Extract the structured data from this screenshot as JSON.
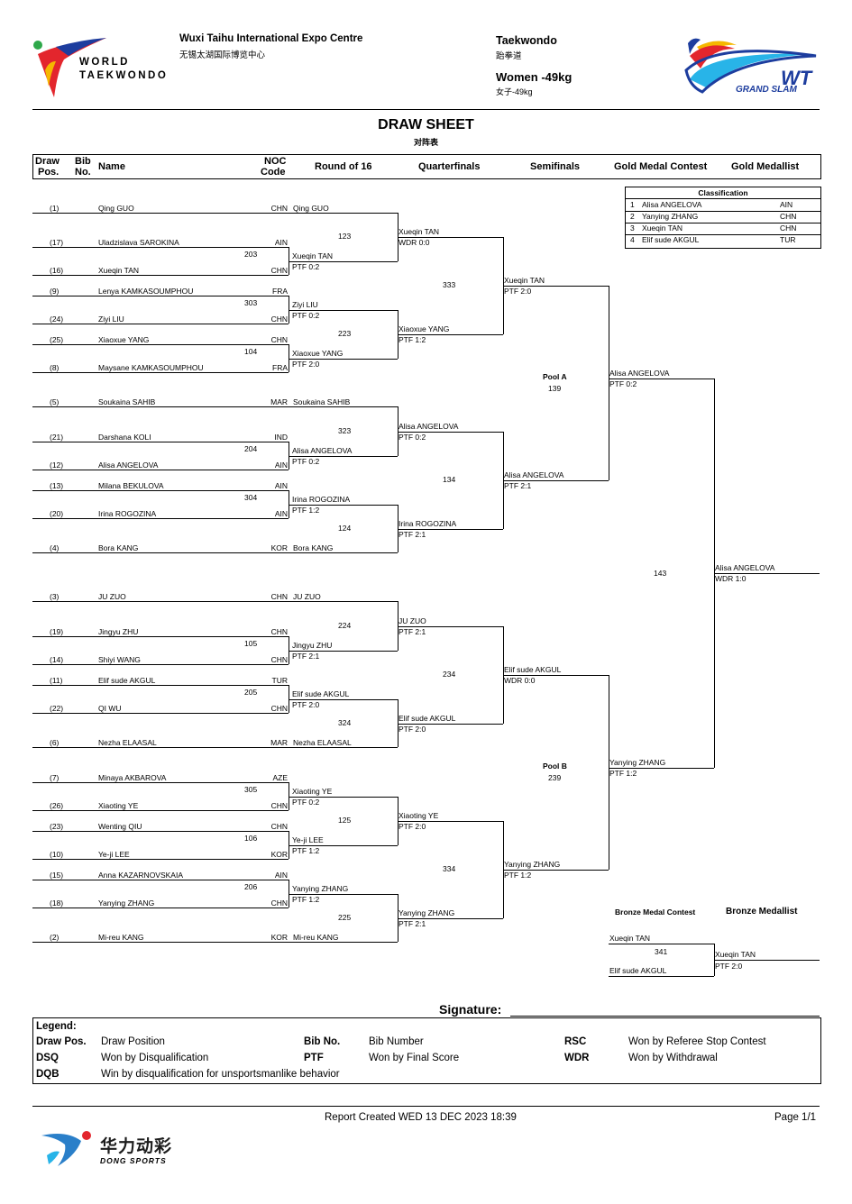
{
  "header": {
    "org_name_line1": "WORLD",
    "org_name_line2": "TAEKWONDO",
    "venue": "Wuxi Taihu International Expo Centre",
    "venue_cn": "无锡太湖国际博览中心",
    "sport": "Taekwondo",
    "sport_cn": "跆拳道",
    "event": "Women -49kg",
    "event_cn": "女子-49kg",
    "logo_wt": "WT",
    "logo_gs": "GRAND SLAM",
    "title": "DRAW SHEET",
    "title_cn": "对阵表"
  },
  "columns": {
    "draw_pos_1": "Draw",
    "draw_pos_2": "Pos.",
    "bib_1": "Bib",
    "bib_2": "No.",
    "name": "Name",
    "noc_1": "NOC",
    "noc_2": "Code",
    "r16": "Round of 16",
    "qf": "Quarterfinals",
    "sf": "Semifinals",
    "gmc": "Gold Medal Contest",
    "gm": "Gold Medallist"
  },
  "classification": {
    "title": "Classification",
    "rows": [
      {
        "rank": "1",
        "name": "Alisa ANGELOVA",
        "noc": "AIN"
      },
      {
        "rank": "2",
        "name": "Yanying ZHANG",
        "noc": "CHN"
      },
      {
        "rank": "3",
        "name": "Xueqin TAN",
        "noc": "CHN"
      },
      {
        "rank": "4",
        "name": "Elif sude AKGUL",
        "noc": "TUR"
      }
    ]
  },
  "entrants": [
    {
      "pos": "(1)",
      "name": "Qing GUO",
      "noc": "CHN"
    },
    {
      "pos": "(17)",
      "name": "Uladzislava SAROKINA",
      "noc": "AIN"
    },
    {
      "pos": "(16)",
      "name": "Xueqin TAN",
      "noc": "CHN"
    },
    {
      "pos": "(9)",
      "name": "Lenya KAMKASOUMPHOU",
      "noc": "FRA"
    },
    {
      "pos": "(24)",
      "name": "Ziyi LIU",
      "noc": "CHN"
    },
    {
      "pos": "(25)",
      "name": "Xiaoxue YANG",
      "noc": "CHN"
    },
    {
      "pos": "(8)",
      "name": "Maysane KAMKASOUMPHOU",
      "noc": "FRA"
    },
    {
      "pos": "(5)",
      "name": "Soukaina SAHIB",
      "noc": "MAR"
    },
    {
      "pos": "(21)",
      "name": "Darshana KOLI",
      "noc": "IND"
    },
    {
      "pos": "(12)",
      "name": "Alisa ANGELOVA",
      "noc": "AIN"
    },
    {
      "pos": "(13)",
      "name": "Milana BEKULOVA",
      "noc": "AIN"
    },
    {
      "pos": "(20)",
      "name": "Irina ROGOZINA",
      "noc": "AIN"
    },
    {
      "pos": "(4)",
      "name": "Bora KANG",
      "noc": "KOR"
    },
    {
      "pos": "(3)",
      "name": "JU ZUO",
      "noc": "CHN"
    },
    {
      "pos": "(19)",
      "name": "Jingyu ZHU",
      "noc": "CHN"
    },
    {
      "pos": "(14)",
      "name": "Shiyi WANG",
      "noc": "CHN"
    },
    {
      "pos": "(11)",
      "name": "Elif sude AKGUL",
      "noc": "TUR"
    },
    {
      "pos": "(22)",
      "name": "QI WU",
      "noc": "CHN"
    },
    {
      "pos": "(6)",
      "name": "Nezha ELAASAL",
      "noc": "MAR"
    },
    {
      "pos": "(7)",
      "name": "Minaya AKBAROVA",
      "noc": "AZE"
    },
    {
      "pos": "(26)",
      "name": "Xiaoting YE",
      "noc": "CHN"
    },
    {
      "pos": "(23)",
      "name": "Wenting QIU",
      "noc": "CHN"
    },
    {
      "pos": "(10)",
      "name": "Ye-ji LEE",
      "noc": "KOR"
    },
    {
      "pos": "(15)",
      "name": "Anna KAZARNOVSKAIA",
      "noc": "AIN"
    },
    {
      "pos": "(18)",
      "name": "Yanying ZHANG",
      "noc": "CHN"
    },
    {
      "pos": "(2)",
      "name": "Mi-reu KANG",
      "noc": "KOR"
    }
  ],
  "prelim_bouts": [
    {
      "bib": "203",
      "winner": "Xueqin TAN",
      "result": "PTF  0:2"
    },
    {
      "bib": "303",
      "winner": "Ziyi LIU",
      "result": "PTF  0:2"
    },
    {
      "bib": "104",
      "winner": "Xiaoxue YANG",
      "result": "PTF  2:0"
    },
    {
      "bib": "204",
      "winner": "Alisa ANGELOVA",
      "result": "PTF  0:2"
    },
    {
      "bib": "304",
      "winner": "Irina ROGOZINA",
      "result": "PTF  1:2"
    },
    {
      "bib": "105",
      "winner": "Jingyu ZHU",
      "result": "PTF  2:1"
    },
    {
      "bib": "205",
      "winner": "Elif sude AKGUL",
      "result": "PTF  2:0"
    },
    {
      "bib": "305",
      "winner": "Xiaoting YE",
      "result": "PTF  0:2"
    },
    {
      "bib": "106",
      "winner": "Ye-ji LEE",
      "result": "PTF  1:2"
    },
    {
      "bib": "206",
      "winner": "Yanying ZHANG",
      "result": "PTF  1:2"
    }
  ],
  "r16_byes": [
    "Qing GUO",
    "Soukaina SAHIB",
    "Bora KANG",
    "JU ZUO",
    "Nezha ELAASAL",
    "Mi-reu KANG"
  ],
  "r16_bouts": [
    {
      "bib": "123",
      "winner": "Xueqin TAN",
      "result": "WDR 0:0"
    },
    {
      "bib": "223",
      "winner": "Xiaoxue YANG",
      "result": "PTF  1:2"
    },
    {
      "bib": "323",
      "winner": "Alisa ANGELOVA",
      "result": "PTF  0:2"
    },
    {
      "bib": "124",
      "winner": "Irina ROGOZINA",
      "result": "PTF  2:1"
    },
    {
      "bib": "224",
      "winner": "JU ZUO",
      "result": "PTF  2:1"
    },
    {
      "bib": "324",
      "winner": "Elif sude AKGUL",
      "result": "PTF  2:0"
    },
    {
      "bib": "125",
      "winner": "Xiaoting YE",
      "result": "PTF  2:0"
    },
    {
      "bib": "225",
      "winner": "Yanying ZHANG",
      "result": "PTF  2:1"
    }
  ],
  "qf_bouts": [
    {
      "bib": "333",
      "winner": "Xueqin TAN",
      "result": "PTF  2:0"
    },
    {
      "bib": "134",
      "winner": "Alisa ANGELOVA",
      "result": "PTF  2:1"
    },
    {
      "bib": "234",
      "winner": "Elif sude AKGUL",
      "result": "WDR 0:0"
    },
    {
      "bib": "334",
      "winner": "Yanying ZHANG",
      "result": "PTF  1:2"
    }
  ],
  "sf_bouts": [
    {
      "pool": "Pool A",
      "bib": "139",
      "winner": "Alisa ANGELOVA",
      "result": "PTF  0:2"
    },
    {
      "pool": "Pool B",
      "bib": "239",
      "winner": "Yanying ZHANG",
      "result": "PTF  1:2"
    }
  ],
  "final": {
    "bib": "143",
    "winner": "Alisa ANGELOVA",
    "result": "WDR 1:0"
  },
  "bronze": {
    "title": "Bronze Medal Contest",
    "medallist_title": "Bronze Medallist",
    "bib": "341",
    "top": "Xueqin TAN",
    "bottom": "Elif sude AKGUL",
    "winner": "Xueqin TAN",
    "result": "PTF  2:0"
  },
  "signature": "Signature:",
  "legend": {
    "title": "Legend:",
    "items": [
      {
        "code": "Draw Pos.",
        "desc": "Draw Position"
      },
      {
        "code": "Bib No.",
        "desc": "Bib Number"
      },
      {
        "code": "RSC",
        "desc": "Won by Referee Stop Contest"
      },
      {
        "code": "DSQ",
        "desc": "Won by Disqualification"
      },
      {
        "code": "PTF",
        "desc": "Won by Final Score"
      },
      {
        "code": "WDR",
        "desc": "Won by Withdrawal"
      },
      {
        "code": "DQB",
        "desc": "Win by disqualification for unsportsmanlike behavior"
      }
    ]
  },
  "footer": {
    "report": "Report Created WED 13 DEC 2023 18:39",
    "page": "Page 1/1",
    "sponsor_cn": "华力动彩",
    "sponsor_en": "DONG SPORTS"
  },
  "colors": {
    "wt_blue": "#1d3d9e",
    "wt_red": "#e3262d",
    "wt_yellow": "#f5b800",
    "wt_cyan": "#28b4e8",
    "sponsor_blue": "#2a7fc9"
  }
}
